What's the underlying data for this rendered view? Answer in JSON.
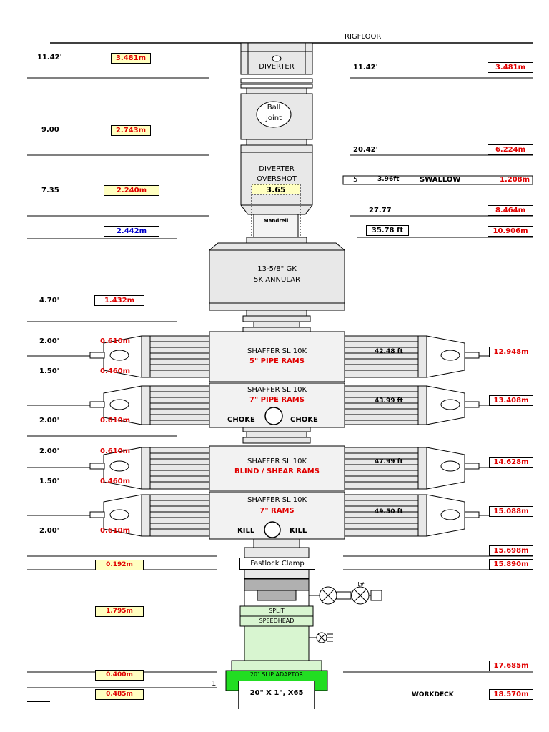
{
  "header": {
    "rigfloor": "RIGFLOOR"
  },
  "left": {
    "h1": "11.42'",
    "m1": "3.481m",
    "h2": "9.00",
    "m2": "2.743m",
    "h3": "7.35",
    "m3": "2.240m",
    "m4": "2.442m",
    "h5": "4.70'",
    "m5": "1.432m",
    "r1a": "2.00'",
    "r1am": "0.610m",
    "r1b": "1.50'",
    "r1bm": "0.460m",
    "r2": "2.00'",
    "r2m": "0.610m",
    "r3a": "2.00'",
    "r3am": "0.610m",
    "r3b": "1.50'",
    "r3bm": "0.460m",
    "r4": "2.00'",
    "r4m": "0.610m",
    "m6": "0.192m",
    "m7": "1.795m",
    "m8": "0.400m",
    "m9": "0.485m",
    "one": "1"
  },
  "right": {
    "h1": "11.42'",
    "m1": "3.481m",
    "h2": "20.42'",
    "m2": "6.224m",
    "swallow_num": "5",
    "swallow_ft": "3.96ft",
    "swallow_label": "SWALLOW",
    "swallow_m": "1.208m",
    "h3": "27.77",
    "m3": "8.464m",
    "h4": "35.78 ft",
    "m4": "10.906m",
    "r1": "42.48 ft",
    "r1m": "12.948m",
    "r2": "43.99 ft",
    "r2m": "13.408m",
    "r3": "47.99 ft",
    "r3m": "14.628m",
    "r4": "49.50 ft",
    "r4m": "15.088m",
    "m5": "15.698m",
    "m6": "15.890m",
    "m7": "17.685m",
    "m8": "18.570m",
    "workdeck": "WORKDECK",
    "valve_mark": "!#"
  },
  "stack": {
    "diverter": "DIVERTER",
    "ball_joint_1": "Ball",
    "ball_joint_2": "Joint",
    "overshot_1": "DIVERTER",
    "overshot_2": "OVERSHOT",
    "overshot_val": "3.65",
    "mandrell": "Mandrell",
    "annular_1": "13-5/8\" GK",
    "annular_2": "5K ANNULAR",
    "ram1_title": "SHAFFER SL 10K",
    "ram1_type": "5\" PIPE RAMS",
    "ram2_title": "SHAFFER SL 10K",
    "ram2_type": "7\" PIPE RAMS",
    "choke_l": "CHOKE",
    "choke_r": "CHOKE",
    "ram3_title": "SHAFFER SL 10K",
    "ram3_type": "BLIND / SHEAR RAMS",
    "ram4_title": "SHAFFER SL 10K",
    "ram4_type": "7\" RAMS",
    "kill_l": "KILL",
    "kill_r": "KILL",
    "fastlock": "Fastlock Clamp",
    "split": "SPLIT",
    "speedhead": "SPEEDHEAD",
    "slip_adaptor": "20\" SLIP ADAPTOR",
    "conductor": "20\" X 1\", X65"
  },
  "colors": {
    "red": "#e00000",
    "yellow_box": "#ffffc0",
    "green_light": "#d8f5d0",
    "green_bright": "#22dd22",
    "gray": "#b0b0b0"
  }
}
